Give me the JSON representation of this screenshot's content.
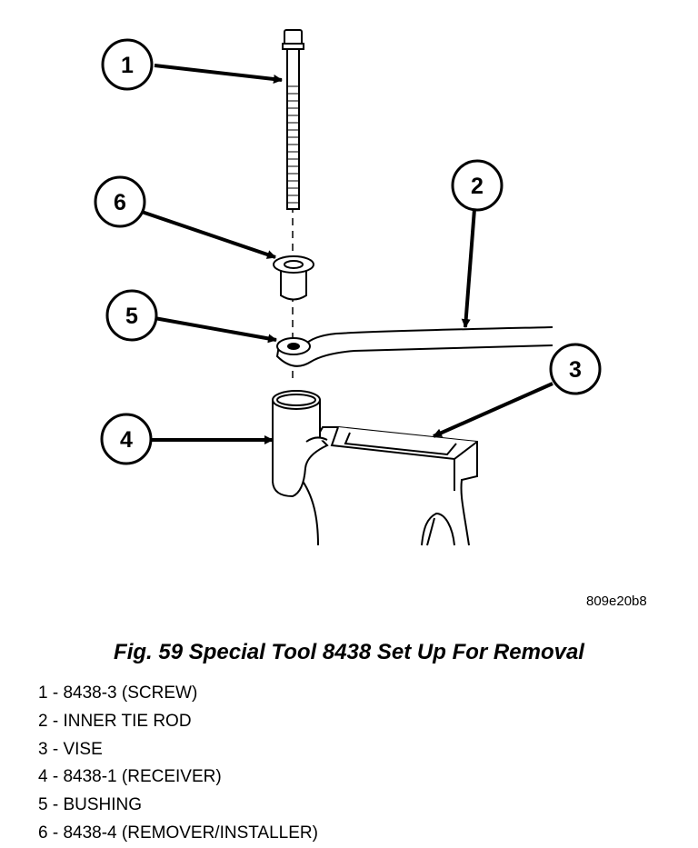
{
  "callouts": [
    "1",
    "2",
    "3",
    "4",
    "5",
    "6"
  ],
  "image_code": "809e20b8",
  "caption": "Fig. 59 Special Tool 8438 Set Up For Removal",
  "legend": [
    "1 - 8438-3 (SCREW)",
    "2 - INNER TIE ROD",
    "3 - VISE",
    "4 - 8438-1 (RECEIVER)",
    "5 - BUSHING",
    "6 - 8438-4 (REMOVER/INSTALLER)"
  ]
}
